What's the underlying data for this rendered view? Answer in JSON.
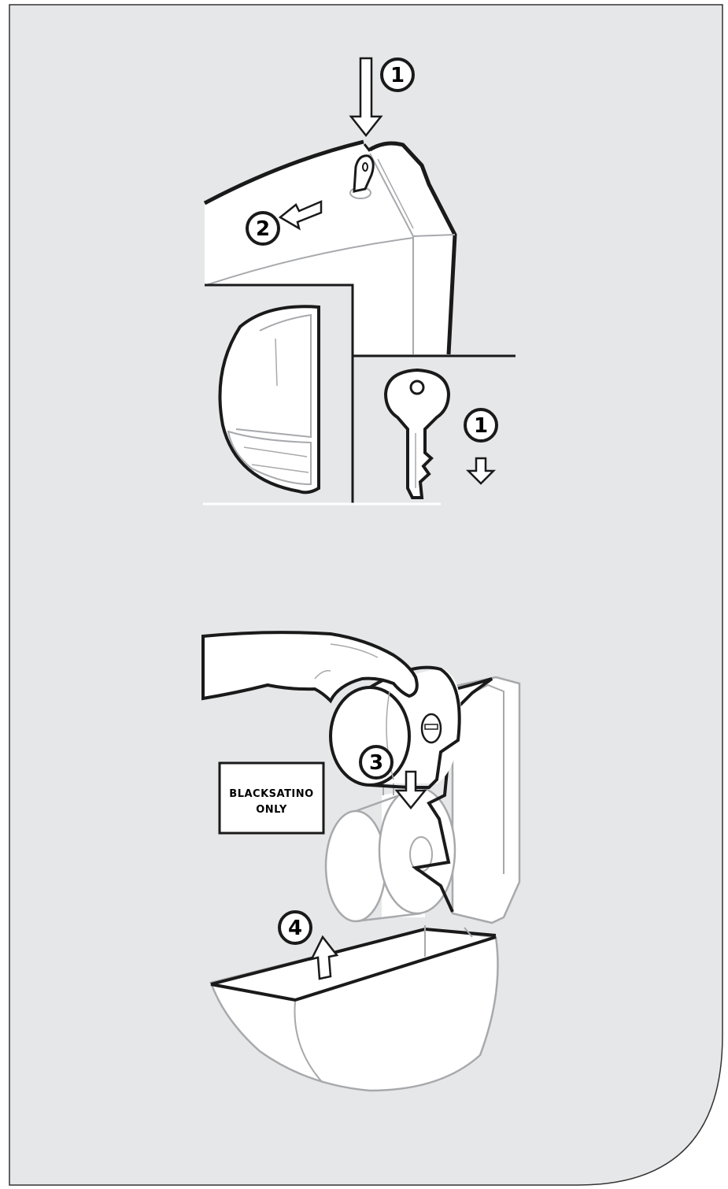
{
  "steps": {
    "step1_top": "1",
    "step2": "2",
    "step1_key": "1",
    "step3": "3",
    "step4": "4"
  },
  "sign": {
    "line1": "BLACKSATINO",
    "line2": "ONLY"
  },
  "colors": {
    "panel_bg": "#e6e7e8",
    "outline": "#1a1a1a",
    "light_outline": "#a7a9ac",
    "fill_white": "#ffffff"
  }
}
